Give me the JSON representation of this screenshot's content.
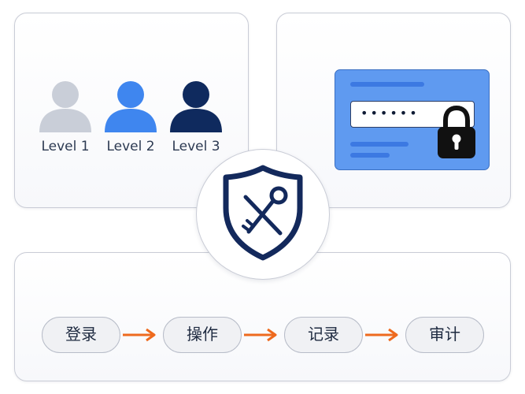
{
  "levels": [
    {
      "label": "Level 1",
      "color": "#c9ced8"
    },
    {
      "label": "Level 2",
      "color": "#3f86ef"
    },
    {
      "label": "Level 3",
      "color": "#0f2a5e"
    }
  ],
  "password_field": {
    "value": "••••••"
  },
  "flow": {
    "steps": [
      "登录",
      "操作",
      "记录",
      "审计"
    ],
    "arrow_color": "#ee6a1e"
  },
  "colors": {
    "navy": "#13295c",
    "card_blue": "#5f9af0"
  },
  "icons": {
    "center": "shield-key-icon",
    "lock": "padlock-icon"
  }
}
